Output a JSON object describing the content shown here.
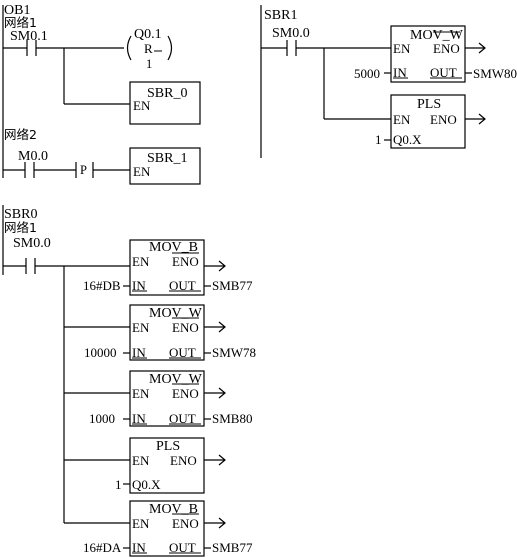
{
  "ob1": {
    "title": "OB1",
    "network1": {
      "label": "网络1",
      "contact": "SM0.1",
      "coil": {
        "address": "Q0.1",
        "operation": "R",
        "count": "1"
      },
      "call_box": {
        "name": "SBR_0",
        "en": "EN"
      }
    },
    "network2": {
      "label": "网络2",
      "contact": "M0.0",
      "edge": "P",
      "call_box": {
        "name": "SBR_1",
        "en": "EN"
      }
    }
  },
  "sbr1": {
    "title": "SBR1",
    "contact": "SM0.0",
    "boxes": [
      {
        "name": "MOV_W",
        "en": "EN",
        "eno": "ENO",
        "in_label": "IN",
        "out_label": "OUT",
        "in_value": "5000",
        "out_value": "SMW80"
      },
      {
        "name": "PLS",
        "en": "EN",
        "eno": "ENO",
        "in_label": "Q0.X",
        "in_value": "1"
      }
    ]
  },
  "sbr0": {
    "title": "SBR0",
    "network_label": "网络1",
    "contact": "SM0.0",
    "boxes": [
      {
        "name": "MOV_B",
        "en": "EN",
        "eno": "ENO",
        "in_label": "IN",
        "out_label": "OUT",
        "in_value": "16#DB",
        "out_value": "SMB77"
      },
      {
        "name": "MOV_W",
        "en": "EN",
        "eno": "ENO",
        "in_label": "IN",
        "out_label": "OUT",
        "in_value": "10000",
        "out_value": "SMW78"
      },
      {
        "name": "MOV_W",
        "en": "EN",
        "eno": "ENO",
        "in_label": "IN",
        "out_label": "OUT",
        "in_value": "1000",
        "out_value": "SMB80"
      },
      {
        "name": "PLS",
        "en": "EN",
        "eno": "ENO",
        "in_label": "Q0.X",
        "in_value": "1"
      },
      {
        "name": "MOV_B",
        "en": "EN",
        "eno": "ENO",
        "in_label": "IN",
        "out_label": "OUT",
        "in_value": "16#DA",
        "out_value": "SMB77"
      }
    ]
  }
}
